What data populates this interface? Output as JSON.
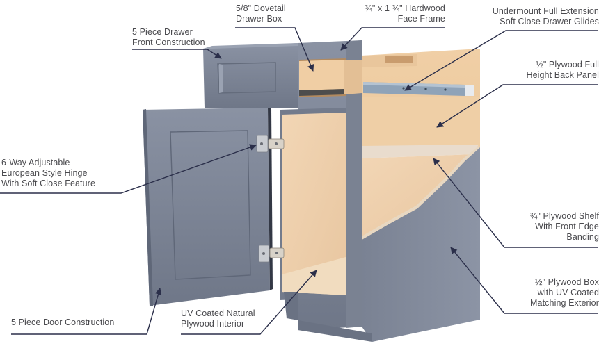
{
  "diagram": {
    "subject": "Shaker gray base cabinet with drawer and door",
    "colors": {
      "cabinet_gray": "#7d8596",
      "cabinet_gray_dark": "#6a7283",
      "cabinet_gray_light": "#8e96a7",
      "plywood": "#f0d2b0",
      "plywood_dark": "#e2bc93",
      "leader_line": "#2b2f4a",
      "text": "#4a4a4e"
    },
    "callouts": [
      {
        "id": "drawer-front",
        "lines": [
          "5 Piece Drawer",
          "Front Construction"
        ]
      },
      {
        "id": "dovetail-box",
        "lines": [
          "5/8\" Dovetail",
          "Drawer Box"
        ]
      },
      {
        "id": "face-frame",
        "lines": [
          "¾\" x 1 ¾\" Hardwood",
          "Face Frame"
        ]
      },
      {
        "id": "drawer-glides",
        "lines": [
          "Undermount Full Extension",
          "Soft Close Drawer Glides"
        ]
      },
      {
        "id": "back-panel",
        "lines": [
          "½\" Plywood Full",
          "Height Back Panel"
        ]
      },
      {
        "id": "hinge",
        "lines": [
          "6-Way Adjustable",
          "European Style Hinge",
          "With Soft Close Feature"
        ]
      },
      {
        "id": "shelf",
        "lines": [
          "¾\" Plywood Shelf",
          "With Front Edge",
          "Banding"
        ]
      },
      {
        "id": "plywood-box",
        "lines": [
          "½\" Plywood Box",
          "with UV Coated",
          "Matching Exterior"
        ]
      },
      {
        "id": "door",
        "lines": [
          "5 Piece Door Construction"
        ]
      },
      {
        "id": "interior",
        "lines": [
          "UV Coated Natural",
          "Plywood Interior"
        ]
      }
    ]
  }
}
